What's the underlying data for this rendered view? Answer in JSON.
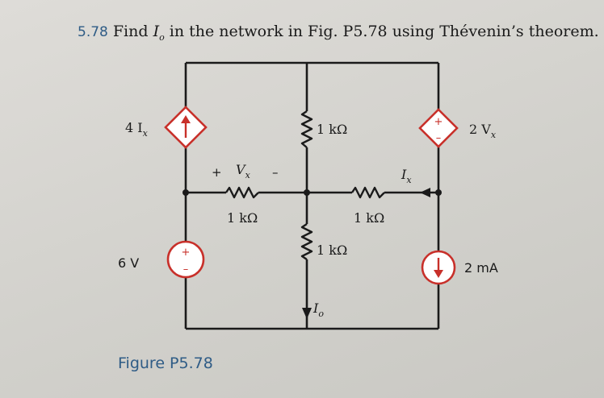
{
  "problem": {
    "number": "5.78",
    "text_before": "Find ",
    "variable": "I",
    "variable_sub": "o",
    "text_after": " in the network in Fig. P5.78 using Thévenin’s theorem."
  },
  "figure": {
    "caption": "Figure P5.78",
    "labels": {
      "dep_current_source": "4 I",
      "dep_current_source_sub": "x",
      "dep_voltage_source": "2 V",
      "dep_voltage_source_sub": "x",
      "resistor_top_mid": "1 kΩ",
      "resistor_left_horizontal": "1 kΩ",
      "resistor_right_horizontal": "1 kΩ",
      "resistor_bottom_mid": "1 kΩ",
      "voltage_source": "6 V",
      "current_source": "2 mA",
      "vx_plus": "+",
      "vx_symbol": "V",
      "vx_sub": "x",
      "vx_minus": "–",
      "ix_symbol": "I",
      "ix_sub": "x",
      "io_symbol": "I",
      "io_sub": "o",
      "source_plus": "+",
      "source_minus": "–"
    },
    "colors": {
      "source_red": "#c8302a",
      "wire": "#1a1a1a",
      "caption_blue": "#2f5c86"
    }
  }
}
